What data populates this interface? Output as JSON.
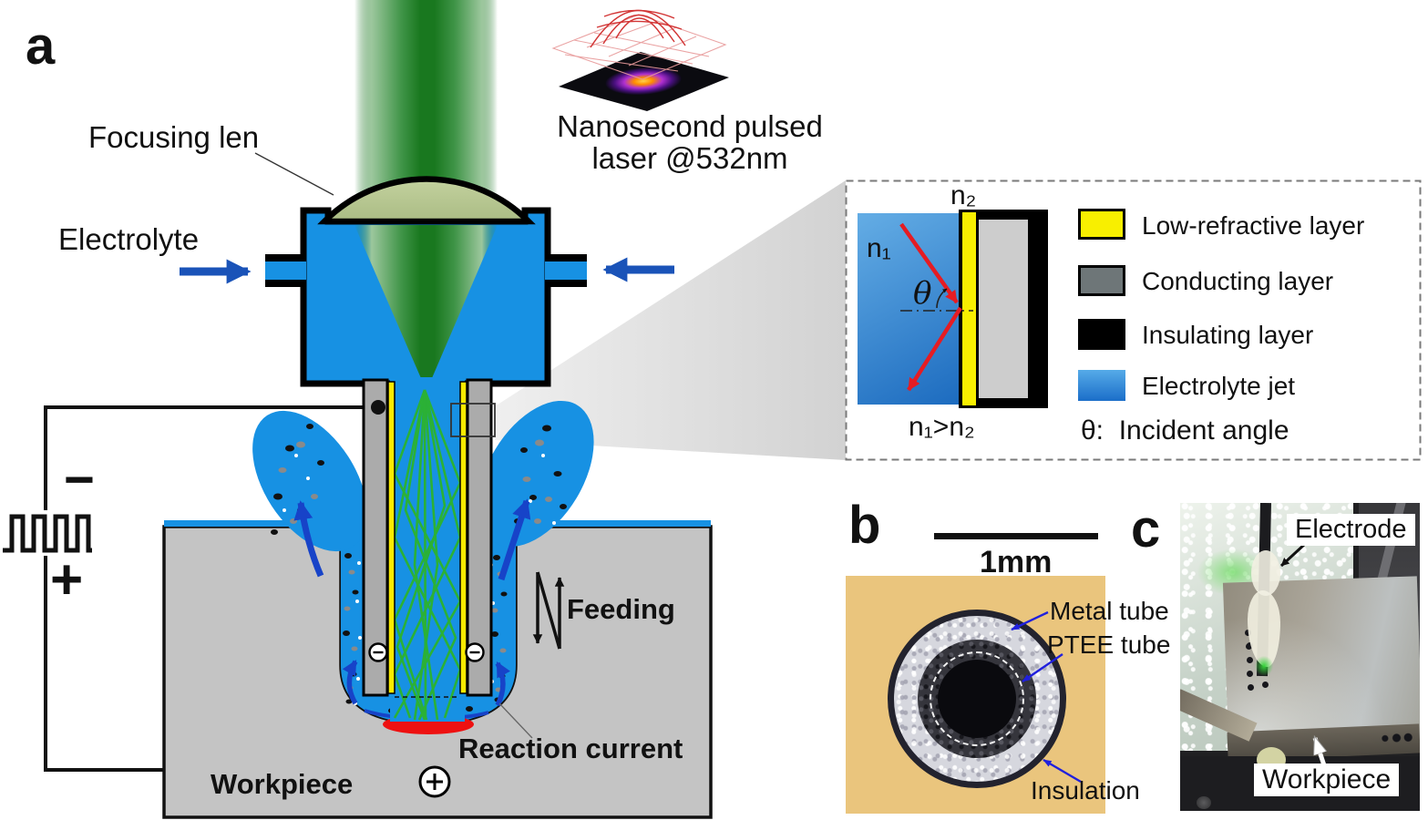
{
  "panel_a": {
    "label": "a",
    "laser_label_line1": "Nanosecond pulsed",
    "laser_label_line2": "laser @532nm",
    "focusing_len_label": "Focusing len",
    "electrolyte_label": "Electrolyte",
    "feeding_label": "Feeding",
    "reaction_current_label": "Reaction current",
    "workpiece_label": "Workpiece",
    "cathode_symbol": "−",
    "anode_symbol": "+"
  },
  "inset": {
    "n1_label": "n₁",
    "n2_label": "n₂",
    "theta_symbol": "θ",
    "relation_label": "n₁>n₂",
    "legend": [
      {
        "name": "low-refractive-layer",
        "color": "#f8ef00",
        "label": "Low-refractive layer"
      },
      {
        "name": "conducting-layer",
        "color": "#6e7678",
        "label": "Conducting layer"
      },
      {
        "name": "insulating-layer",
        "color": "#000000",
        "label": "Insulating layer"
      },
      {
        "name": "electrolyte-jet",
        "color": "#2196e0",
        "label": "Electrolyte jet"
      }
    ],
    "theta_legend": "θ:  Incident angle"
  },
  "panel_b": {
    "label": "b",
    "scalebar_label": "1mm",
    "annotations": [
      {
        "label": "Metal tube"
      },
      {
        "label": "PTEE tube"
      },
      {
        "label": "Insulation"
      }
    ]
  },
  "panel_c": {
    "label": "c",
    "electrode_label": "Electrode",
    "workpiece_label": "Workpiece"
  },
  "colors": {
    "electrolyte_blue": "#1791e3",
    "laser_green": "#2db32d",
    "lens_green": "#b9ca92",
    "workpiece_gray": "#c4c4c4",
    "tube_gray": "#ababab",
    "low_refractive_yellow": "#f8ea00",
    "machining_red": "#ee1111",
    "flow_arrow_blue": "#1a53b8",
    "ray_red": "#e51c23"
  }
}
